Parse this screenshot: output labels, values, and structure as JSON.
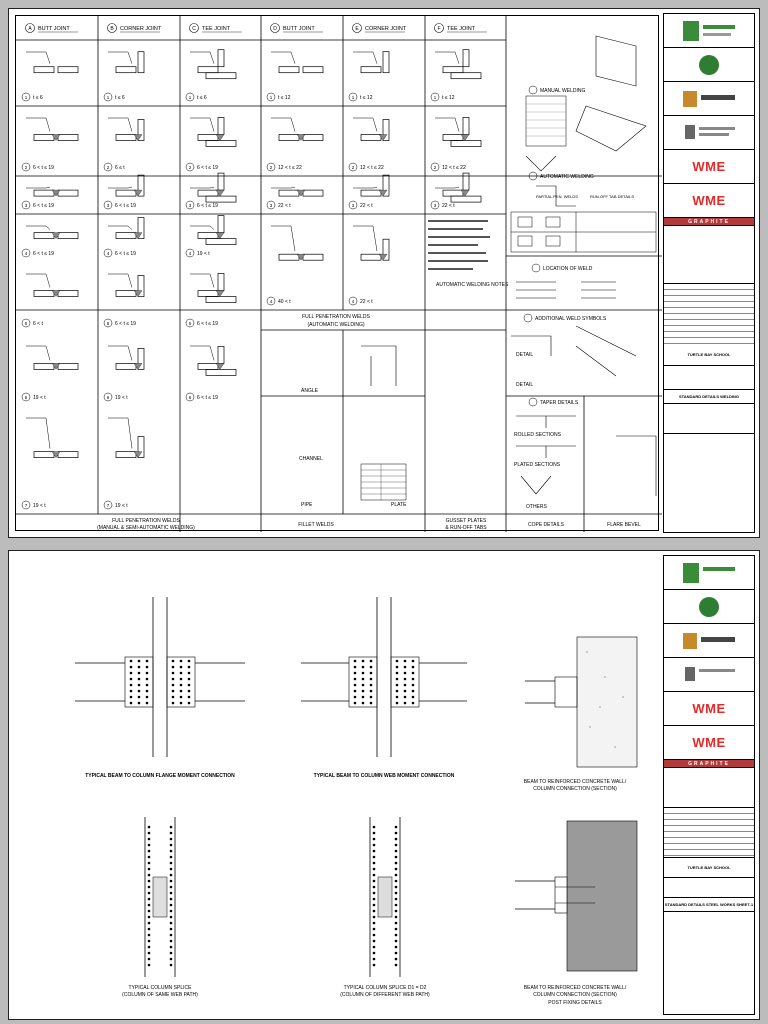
{
  "sheet1": {
    "headers": [
      "BUTT JOINT",
      "CORNER JOINT",
      "TEE JOINT",
      "BUTT JOINT",
      "CORNER JOINT",
      "TEE JOINT"
    ],
    "header_letters": [
      "A",
      "B",
      "C",
      "D",
      "E",
      "F"
    ],
    "row_labels": {
      "A": [
        "t ≤ 6",
        "6 < t ≤ 19",
        "6 < t ≤ 19",
        "6 < t ≤ 19",
        "6 < t",
        "19 < t",
        "19 < t"
      ],
      "B": [
        "t ≤ 6",
        "6 ≤ t",
        "6 < t ≤ 19",
        "6 < t ≤ 19",
        "6 < t ≤ 19",
        "19 < t",
        "19 < t"
      ],
      "C": [
        "t ≤ 6",
        "6 < t ≤ 19",
        "6 < t ≤ 19",
        "19 < t",
        "6 < t ≤ 19",
        "6 < t ≤ 19"
      ],
      "D": [
        "t ≤ 12",
        "12 < t ≤ 22",
        "22 < t",
        "40 < t"
      ],
      "E": [
        "t ≤ 12",
        "12 < t ≤ 22",
        "22 < t",
        "22 < t"
      ],
      "F": [
        "t ≤ 12",
        "12 < t ≤ 22",
        "22 < t"
      ]
    },
    "side_titles": {
      "manual": "MANUAL WELDING",
      "automatic": "AUTOMATIC WELDING",
      "partial": "PARTIAL PEN. WELDS",
      "runoff": "RUN-OFF TAB DETAILS",
      "location": "LOCATION OF WELD",
      "auto_notes": "AUTOMATIC WELDING NOTES",
      "additional": "ADDITIONAL WELD SYMBOLS",
      "taper": "TAPER DETAILS",
      "rolled": "ROLLED SECTIONS",
      "plated": "PLATED SECTIONS",
      "others": "OTHERS",
      "detail": "DETAIL"
    },
    "lower_titles": {
      "full_auto": "FULL PENETRATION WELDS",
      "full_auto_sub": "(AUTOMATIC WELDING)",
      "angle": "ANGLE",
      "channel": "CHANNEL",
      "pipe": "PIPE",
      "plate": "PLATE"
    },
    "footer": {
      "fp": "FULL PENETRATION WELDS",
      "fp_sub": "(MANUAL & SEMI-AUTOMATIC WELDING)",
      "fillet": "FILLET WELDS",
      "gusset": "GUSSET PLATES",
      "gusset_sub": "& RUN-OFF TABS",
      "cope": "COPE DETAILS",
      "flare": "FLARE BEVEL"
    },
    "title_block": {
      "wme": "WME",
      "graphite": "GRAPHITE",
      "project": "TURTLE BAY SCHOOL",
      "drawing": "STANDARD DETAILS WELDING"
    }
  },
  "sheet2": {
    "captions": [
      "TYPICAL BEAM TO COLUMN FLANGE MOMENT CONNECTION",
      "TYPICAL BEAM TO COLUMN WEB MOMENT CONNECTION",
      "BEAM TO REINFORCED CONCRETE WALL/",
      "COLUMN CONNECTION (SECTION)",
      "TYPICAL COLUMN SPLICE",
      "(COLUMN OF SAME WEB PATH)",
      "TYPICAL COLUMN SPLICE D1 = D2",
      "(COLUMN OF DIFFERENT WEB PATH)",
      "BEAM TO REINFORCED CONCRETE WALL/",
      "COLUMN CONNECTION (SECTION)",
      "POST FIXING DETAILS"
    ],
    "title_block": {
      "wme": "WME",
      "graphite": "GRAPHITE",
      "project": "TURTLE BAY SCHOOL",
      "drawing": "STANDARD DETAILS STEEL WORKS SHEET-1"
    }
  }
}
